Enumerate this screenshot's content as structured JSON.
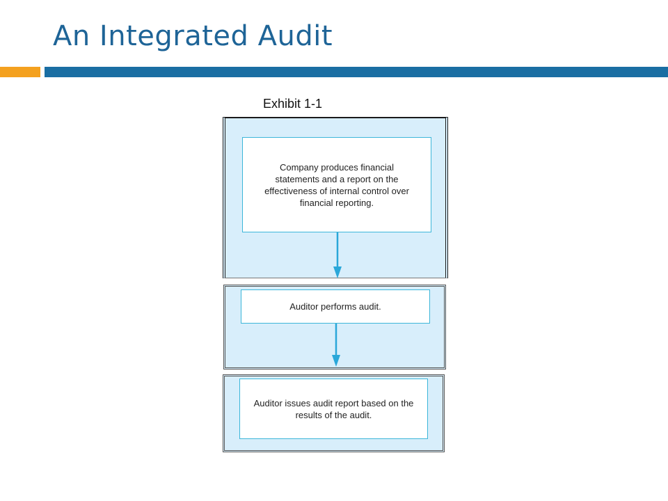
{
  "title": "An Integrated Audit",
  "exhibit_label": "Exhibit 1-1",
  "colors": {
    "title": "#1e6497",
    "accent_bar": "#f4a11f",
    "main_bar": "#1a6ea3",
    "panel_fill": "#d8eefb",
    "box_border": "#3cb6d9",
    "arrow": "#2aa7d9"
  },
  "flow": {
    "steps": [
      {
        "text": "Company produces financial statements and a report on the effectiveness of internal control over financial reporting."
      },
      {
        "text": "Auditor performs audit."
      },
      {
        "text": "Auditor issues audit report based on the results of the audit."
      }
    ]
  }
}
